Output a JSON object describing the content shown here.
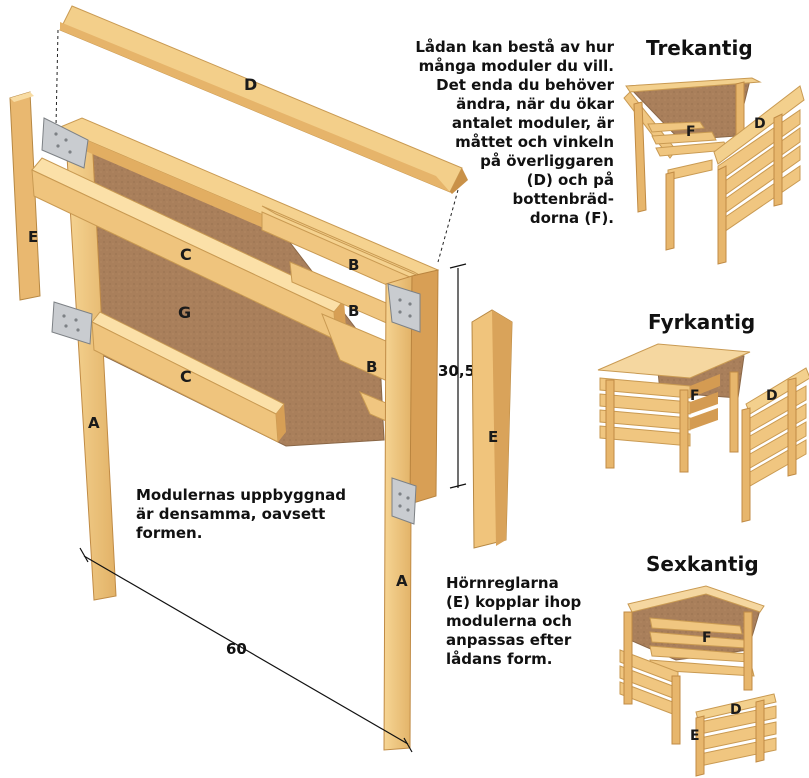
{
  "notes": {
    "intro": [
      "Lådan kan bestå av hur",
      "många moduler du vill.",
      "Det enda du behöver",
      "ändra, när du ökar",
      "antalet moduler, är",
      "måttet och vinkeln",
      "på överliggaren",
      "(D) och på",
      "bottenbräd-",
      "dorna (F)."
    ],
    "modules": [
      "Modulernas uppbyggnad",
      "är densamma, oavsett",
      "formen."
    ],
    "corners": [
      "Hörnreglarna",
      "(E) kopplar ihop",
      "modulerna och",
      "anpassas efter",
      "lådans form."
    ]
  },
  "headings": {
    "triangle": "Trekantig",
    "square": "Fyrkantig",
    "hexagon": "Sexkantig"
  },
  "labels": {
    "A": "A",
    "B": "B",
    "C": "C",
    "D": "D",
    "E": "E",
    "F": "F",
    "G": "G"
  },
  "dimensions": {
    "height": "30,5",
    "width": "60"
  },
  "colors": {
    "wood": "#f1c97e",
    "wood_dark": "#d9a45a",
    "wood_light": "#fbe2ad",
    "board": "#a97f5b",
    "steel": "#c9ccd0"
  }
}
